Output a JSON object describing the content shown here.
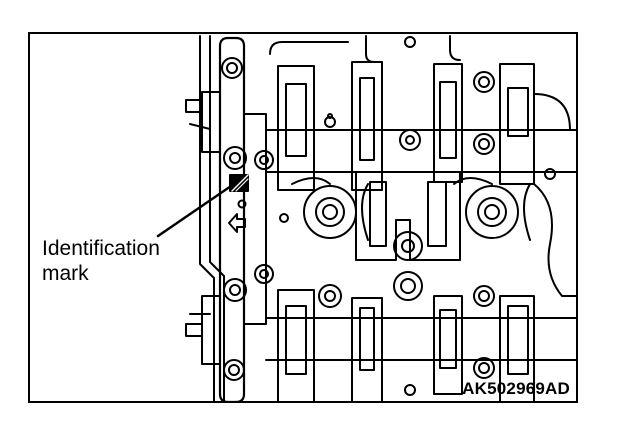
{
  "figure": {
    "callout": {
      "line1": "Identification",
      "line2": "mark"
    },
    "code": "AK502969AD"
  }
}
